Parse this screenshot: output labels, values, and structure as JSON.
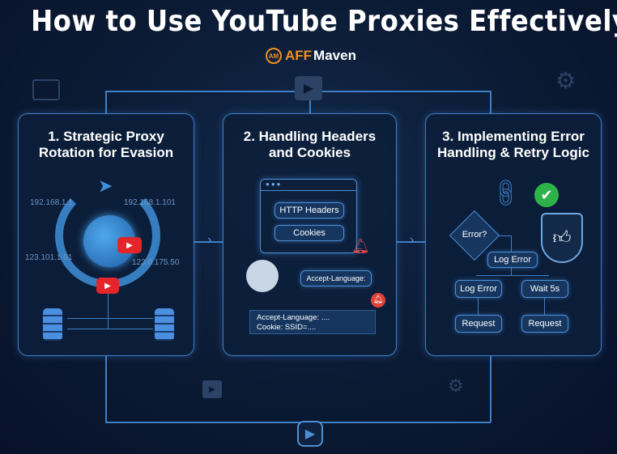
{
  "title": "How to Use YouTube Proxies Effectively",
  "brand": {
    "logo_text": "AM",
    "name_accent": "AFF",
    "name_rest": "Maven",
    "accent_color": "#f0901e"
  },
  "panels": [
    {
      "title_line1": "1. Strategic Proxy",
      "title_line2": "Rotation for Evasion",
      "ips": [
        "192.168.1.1",
        "192.168.1.101",
        "123.101.1.01",
        "123.0.175.50"
      ]
    },
    {
      "title_line1": "2. Handling Headers",
      "title_line2": "and Cookies",
      "buttons": [
        "HTTP Headers",
        "Cookies"
      ],
      "tag": "Accept-Language:",
      "code_line1": "Accept-Language: ....",
      "code_line2": "Cookie: SSID=...."
    },
    {
      "title_line1": "3. Implementing Error",
      "title_line2": "Handling & Retry Logic",
      "decision": "Error?",
      "step1": "Log Error",
      "branch_left": "Log Error",
      "branch_right": "Wait 5s",
      "req_left": "Request",
      "req_right": "Request"
    }
  ],
  "colors": {
    "background": "#0b1a33",
    "panel_border": "#3f7fc4",
    "youtube_red": "#e3262a",
    "check_green": "#2eb24a"
  }
}
